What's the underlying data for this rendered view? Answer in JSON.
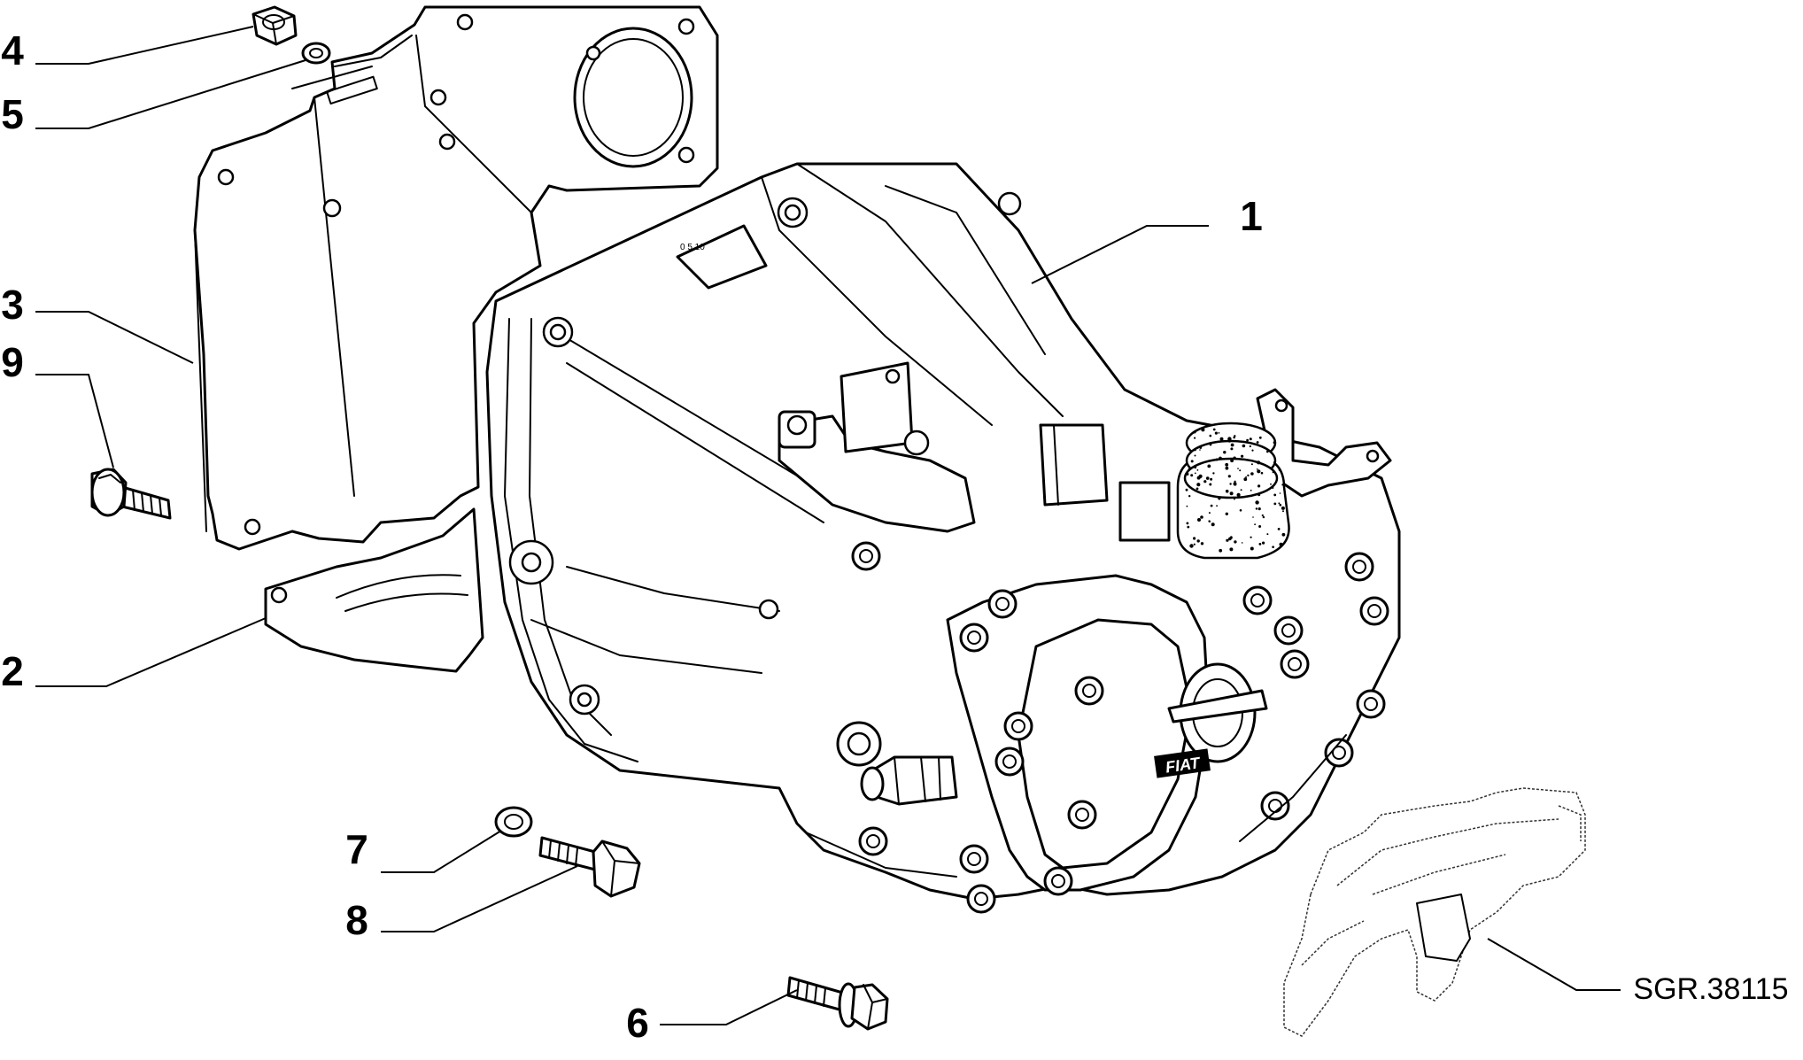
{
  "diagram": {
    "reference_code": "SGR.38115",
    "emblem": "FIAT",
    "callouts": [
      {
        "id": "c1",
        "label": "1"
      },
      {
        "id": "c2",
        "label": "2"
      },
      {
        "id": "c3",
        "label": "3"
      },
      {
        "id": "c4",
        "label": "4"
      },
      {
        "id": "c5",
        "label": "5"
      },
      {
        "id": "c6",
        "label": "6"
      },
      {
        "id": "c7",
        "label": "7"
      },
      {
        "id": "c8",
        "label": "8"
      },
      {
        "id": "c9",
        "label": "9"
      }
    ]
  }
}
